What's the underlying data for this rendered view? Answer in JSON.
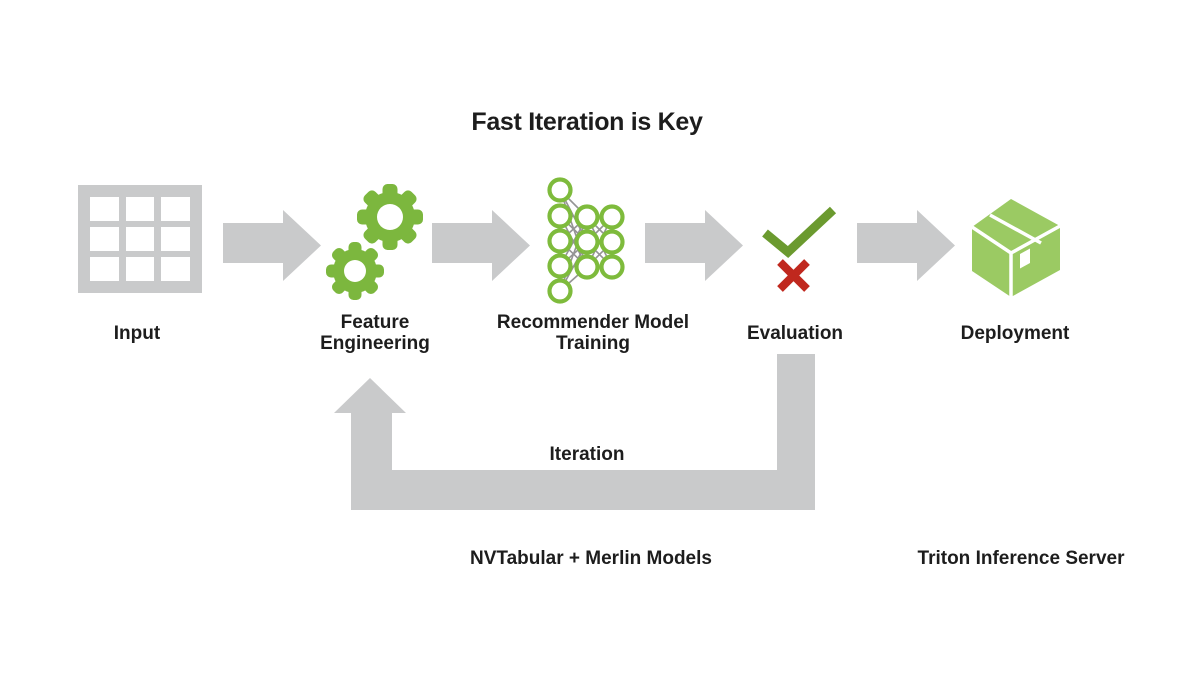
{
  "title": "Fast Iteration is Key",
  "stages": [
    {
      "label": "Input",
      "icon": "table-grid-icon"
    },
    {
      "label": "Feature Engineering",
      "icon": "gears-icon"
    },
    {
      "label": "Recommender Model Training",
      "icon": "neural-network-icon"
    },
    {
      "label": "Evaluation",
      "icon": "check-cross-icon"
    },
    {
      "label": "Deployment",
      "icon": "package-box-icon"
    }
  ],
  "loop": {
    "label": "Iteration"
  },
  "footnotes": {
    "models": "NVTabular + Merlin Models",
    "inference": "Triton Inference Server"
  },
  "colors": {
    "accent-green": "#7CB73E",
    "node-green": "#7EBB3C",
    "check-green": "#6B9A2F",
    "cross-red": "#C0281E",
    "box-green": "#9BCA63",
    "arrow-gray": "#C9CACB",
    "nn-line-gray": "#949494",
    "text-dark": "#1D1D1D"
  }
}
